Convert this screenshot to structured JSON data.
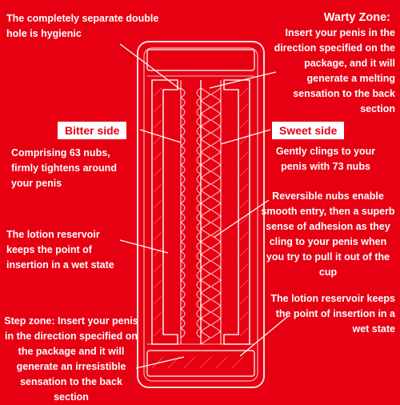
{
  "labels": {
    "top_left": "The completely separate double hole is hygienic",
    "warty_title": "Warty Zone:",
    "warty_text": "Insert your penis in the direction specified on the package, and it will generate a melting sensation to the back section",
    "bitter_side": "Bitter side",
    "sweet_side": "Sweet side",
    "bitter_text": "Comprising 63 nubs, firmly tightens around your penis",
    "sweet_text": "Gently clings to your penis with 73 nubs",
    "reversible_text": "Reversible nubs enable smooth entry, then a superb sense of adhesion as they cling to your penis when you try to pull it out of the cup",
    "lotion_left": "The lotion reservoir keeps the point of insertion in a wet state",
    "lotion_right": "The lotion reservoir keeps the point of insertion in a wet state",
    "step_zone": "Step zone: Insert your penis in the direction specified on the package and it will generate an irresistible sensation to the back section"
  },
  "colors": {
    "background": "#e60012",
    "foreground": "#ffffff"
  }
}
